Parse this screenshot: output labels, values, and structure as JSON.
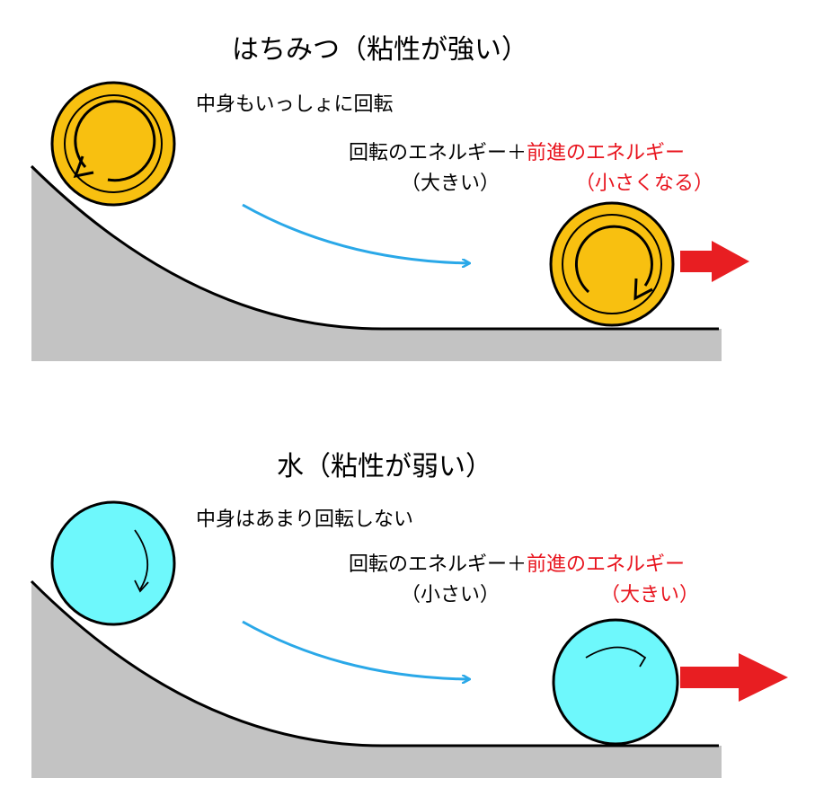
{
  "honey": {
    "title": "はちみつ（粘性が強い）",
    "inner_note": "中身もいっしょに回転",
    "rot_energy": "回転のエネルギー＋",
    "fwd_energy": "前進のエネルギー",
    "rot_size": "（大きい）",
    "fwd_size": "（小さくなる）",
    "ball_color": "#f8c010"
  },
  "water": {
    "title": "水（粘性が弱い）",
    "inner_note": "中身はあまり回転しない",
    "rot_energy": "回転のエネルギー＋",
    "fwd_energy": "前進のエネルギー",
    "rot_size": "（小さい）",
    "fwd_size": "（大きい）",
    "ball_color": "#6ef8fc"
  },
  "colors": {
    "ramp": "#c3c3c3",
    "motion_arrow": "#2aa8e8",
    "forward_arrow": "#e81e22",
    "emphasis_text": "#e8141e"
  },
  "icons": {
    "spin": "circular-arrow-icon",
    "motion": "curved-arrow-icon",
    "forward": "thick-right-arrow-icon"
  }
}
